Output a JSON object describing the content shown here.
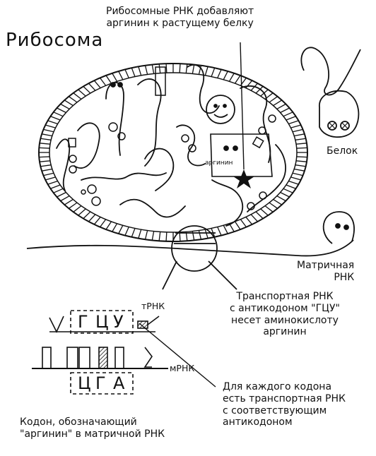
{
  "title": "Рибосома",
  "labels": {
    "ribosomal_rna_line1": "Рибосомные РНК добавляют",
    "ribosomal_rna_line2": "аргинин к растущему белку",
    "protein": "Белок",
    "messenger_rna_line1": "Матричная",
    "messenger_rna_line2": "РНК",
    "transport_rna_line1": "Транспортная РНК",
    "transport_rna_line2": "с антикодоном \"ГЦУ\"",
    "transport_rna_line3": "несет аминокислоту",
    "transport_rna_line4": "аргинин",
    "trna_tag": "тРНК",
    "mrna_tag": "мРНК",
    "each_codon_line1": "Для каждого кодона",
    "each_codon_line2": "есть транспортная РНК",
    "each_codon_line3": "с соответствующим",
    "each_codon_line4": "антикодоном",
    "codon_line1": "Кодон, обозначающий",
    "codon_line2": "\"аргинин\" в матричной РНК",
    "arginine_small": "аргинин"
  },
  "anticodon_letters": [
    "Г",
    "Ц",
    "У"
  ],
  "codon_letters": [
    "Ц",
    "Г",
    "А"
  ],
  "colors": {
    "ink": "#111111",
    "paper": "#ffffff"
  }
}
